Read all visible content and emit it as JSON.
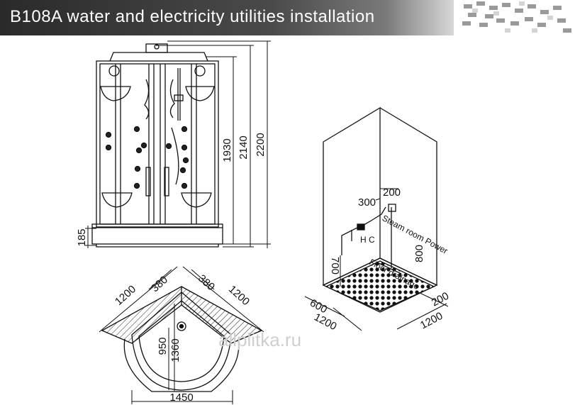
{
  "header": {
    "title": "B108A  water and electricity utilities installation"
  },
  "front_view": {
    "dims": {
      "height_total": "2200",
      "height_mid": "2140",
      "height_cabin": "1930",
      "tray_height": "185"
    }
  },
  "plan_view": {
    "dims": {
      "side_left": "1200",
      "side_right": "1200",
      "corner_left": "380",
      "corner_right": "380",
      "inner_depth": "950",
      "depth": "1360",
      "width": "1450"
    }
  },
  "iso_view": {
    "dims": {
      "d300": "300",
      "d200_top": "200",
      "d700": "700",
      "d800": "800",
      "d600": "600",
      "d1200_left": "1200",
      "d1200_right": "1200",
      "d200_right": "200"
    },
    "labels": {
      "hot_cold": "H C",
      "steam_room_power": "Steam room Power",
      "floor_drainage": "Floor drainage"
    }
  },
  "watermark": "allplitka.ru"
}
